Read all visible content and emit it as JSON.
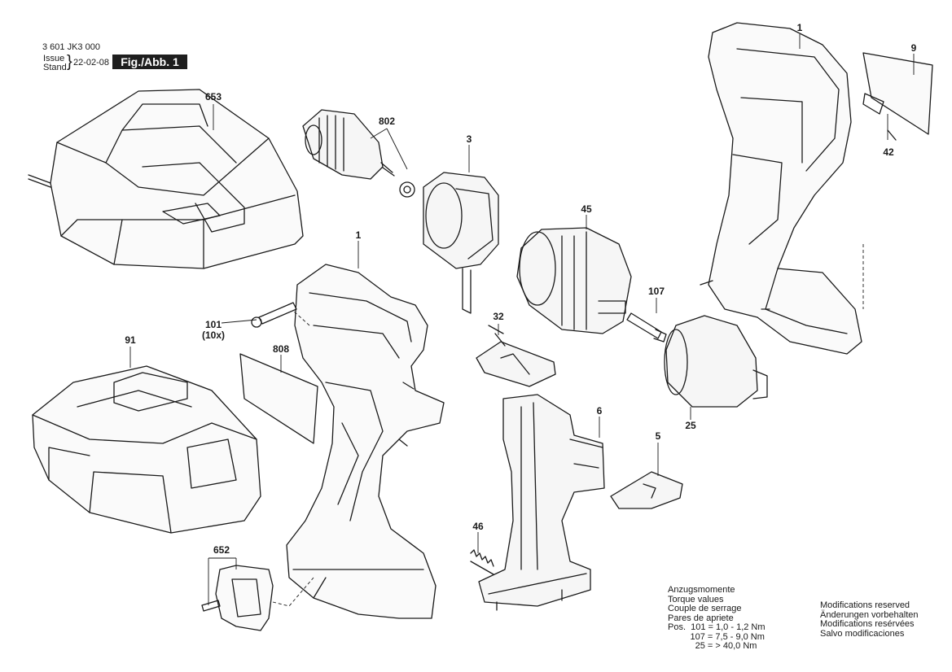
{
  "header": {
    "doc_number": "3 601 JK3 000",
    "issue_label": "Issue",
    "stand_label": "Stand",
    "date": "22-02-08",
    "figure_label": "Fig./Abb. 1"
  },
  "callouts": {
    "c1_top": "1",
    "c9": "9",
    "c42": "42",
    "c653": "653",
    "c802": "802",
    "c3": "3",
    "c45": "45",
    "c1_mid": "1",
    "c107": "107",
    "c101": "101",
    "c101_qty": "(10x)",
    "c32": "32",
    "c91": "91",
    "c808": "808",
    "c6": "6",
    "c25": "25",
    "c5": "5",
    "c46": "46",
    "c652": "652"
  },
  "torque": {
    "title_de": "Anzugsmomente",
    "title_en": "Torque values",
    "title_fr": "Couple de serrage",
    "title_ro": "Pares de apriete",
    "row1": "Pos.  101 = 1,0 - 1,2 Nm",
    "row2": "         107 = 7,5 - 9,0 Nm",
    "row3": "           25 = > 40,0 Nm"
  },
  "modifications": {
    "en": "Modifications reserved",
    "de": "Änderungen vorbehalten",
    "fr": "Modifications resérvées",
    "es": "Salvo modificaciones"
  }
}
